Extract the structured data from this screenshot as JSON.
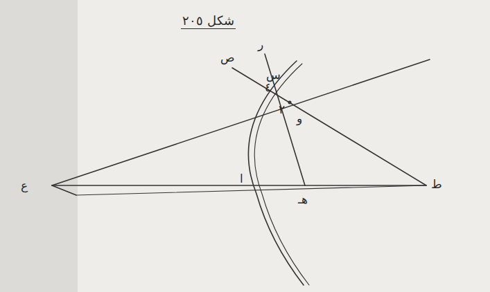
{
  "diagram": {
    "title": "شكل ٢٠٥",
    "labels": [
      "ص",
      "ر",
      "س",
      "٤",
      "٢",
      "و",
      "ع",
      "ا",
      "هـ",
      "ط"
    ]
  }
}
